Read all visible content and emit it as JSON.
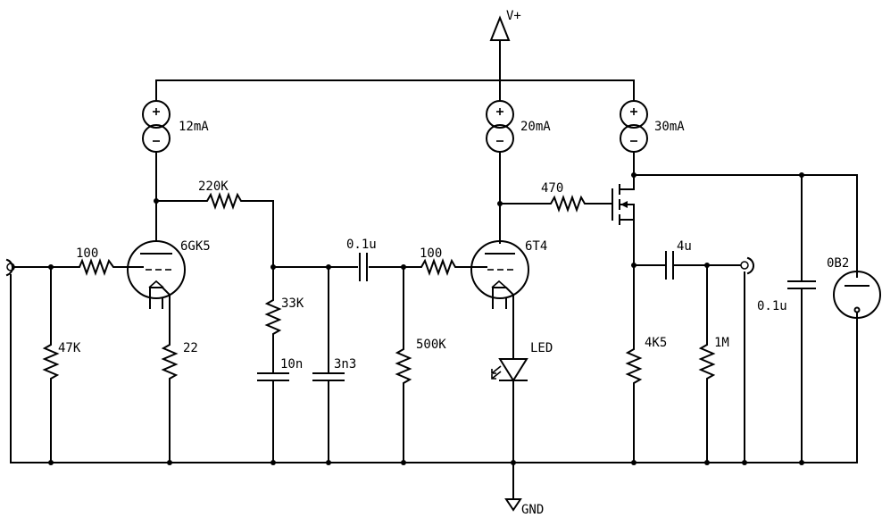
{
  "labels": {
    "supply": "V+",
    "ground": "GND",
    "src1": "12mA",
    "src2": "20mA",
    "src3": "30mA",
    "tube1": "6GK5",
    "tube2": "6T4",
    "tube3": "0B2",
    "r_in_grid": "100",
    "r_47k": "47K",
    "r_22": "22",
    "r_220k": "220K",
    "r_33k": "33K",
    "c_10n": "10n",
    "c_3n3": "3n3",
    "c_01u_a": "0.1u",
    "r_500k": "500K",
    "r_grid2": "100",
    "led": "LED",
    "r_470": "470",
    "c_4u": "4u",
    "r_4k5": "4K5",
    "r_1m": "1M",
    "c_01u_b": "0.1u"
  }
}
